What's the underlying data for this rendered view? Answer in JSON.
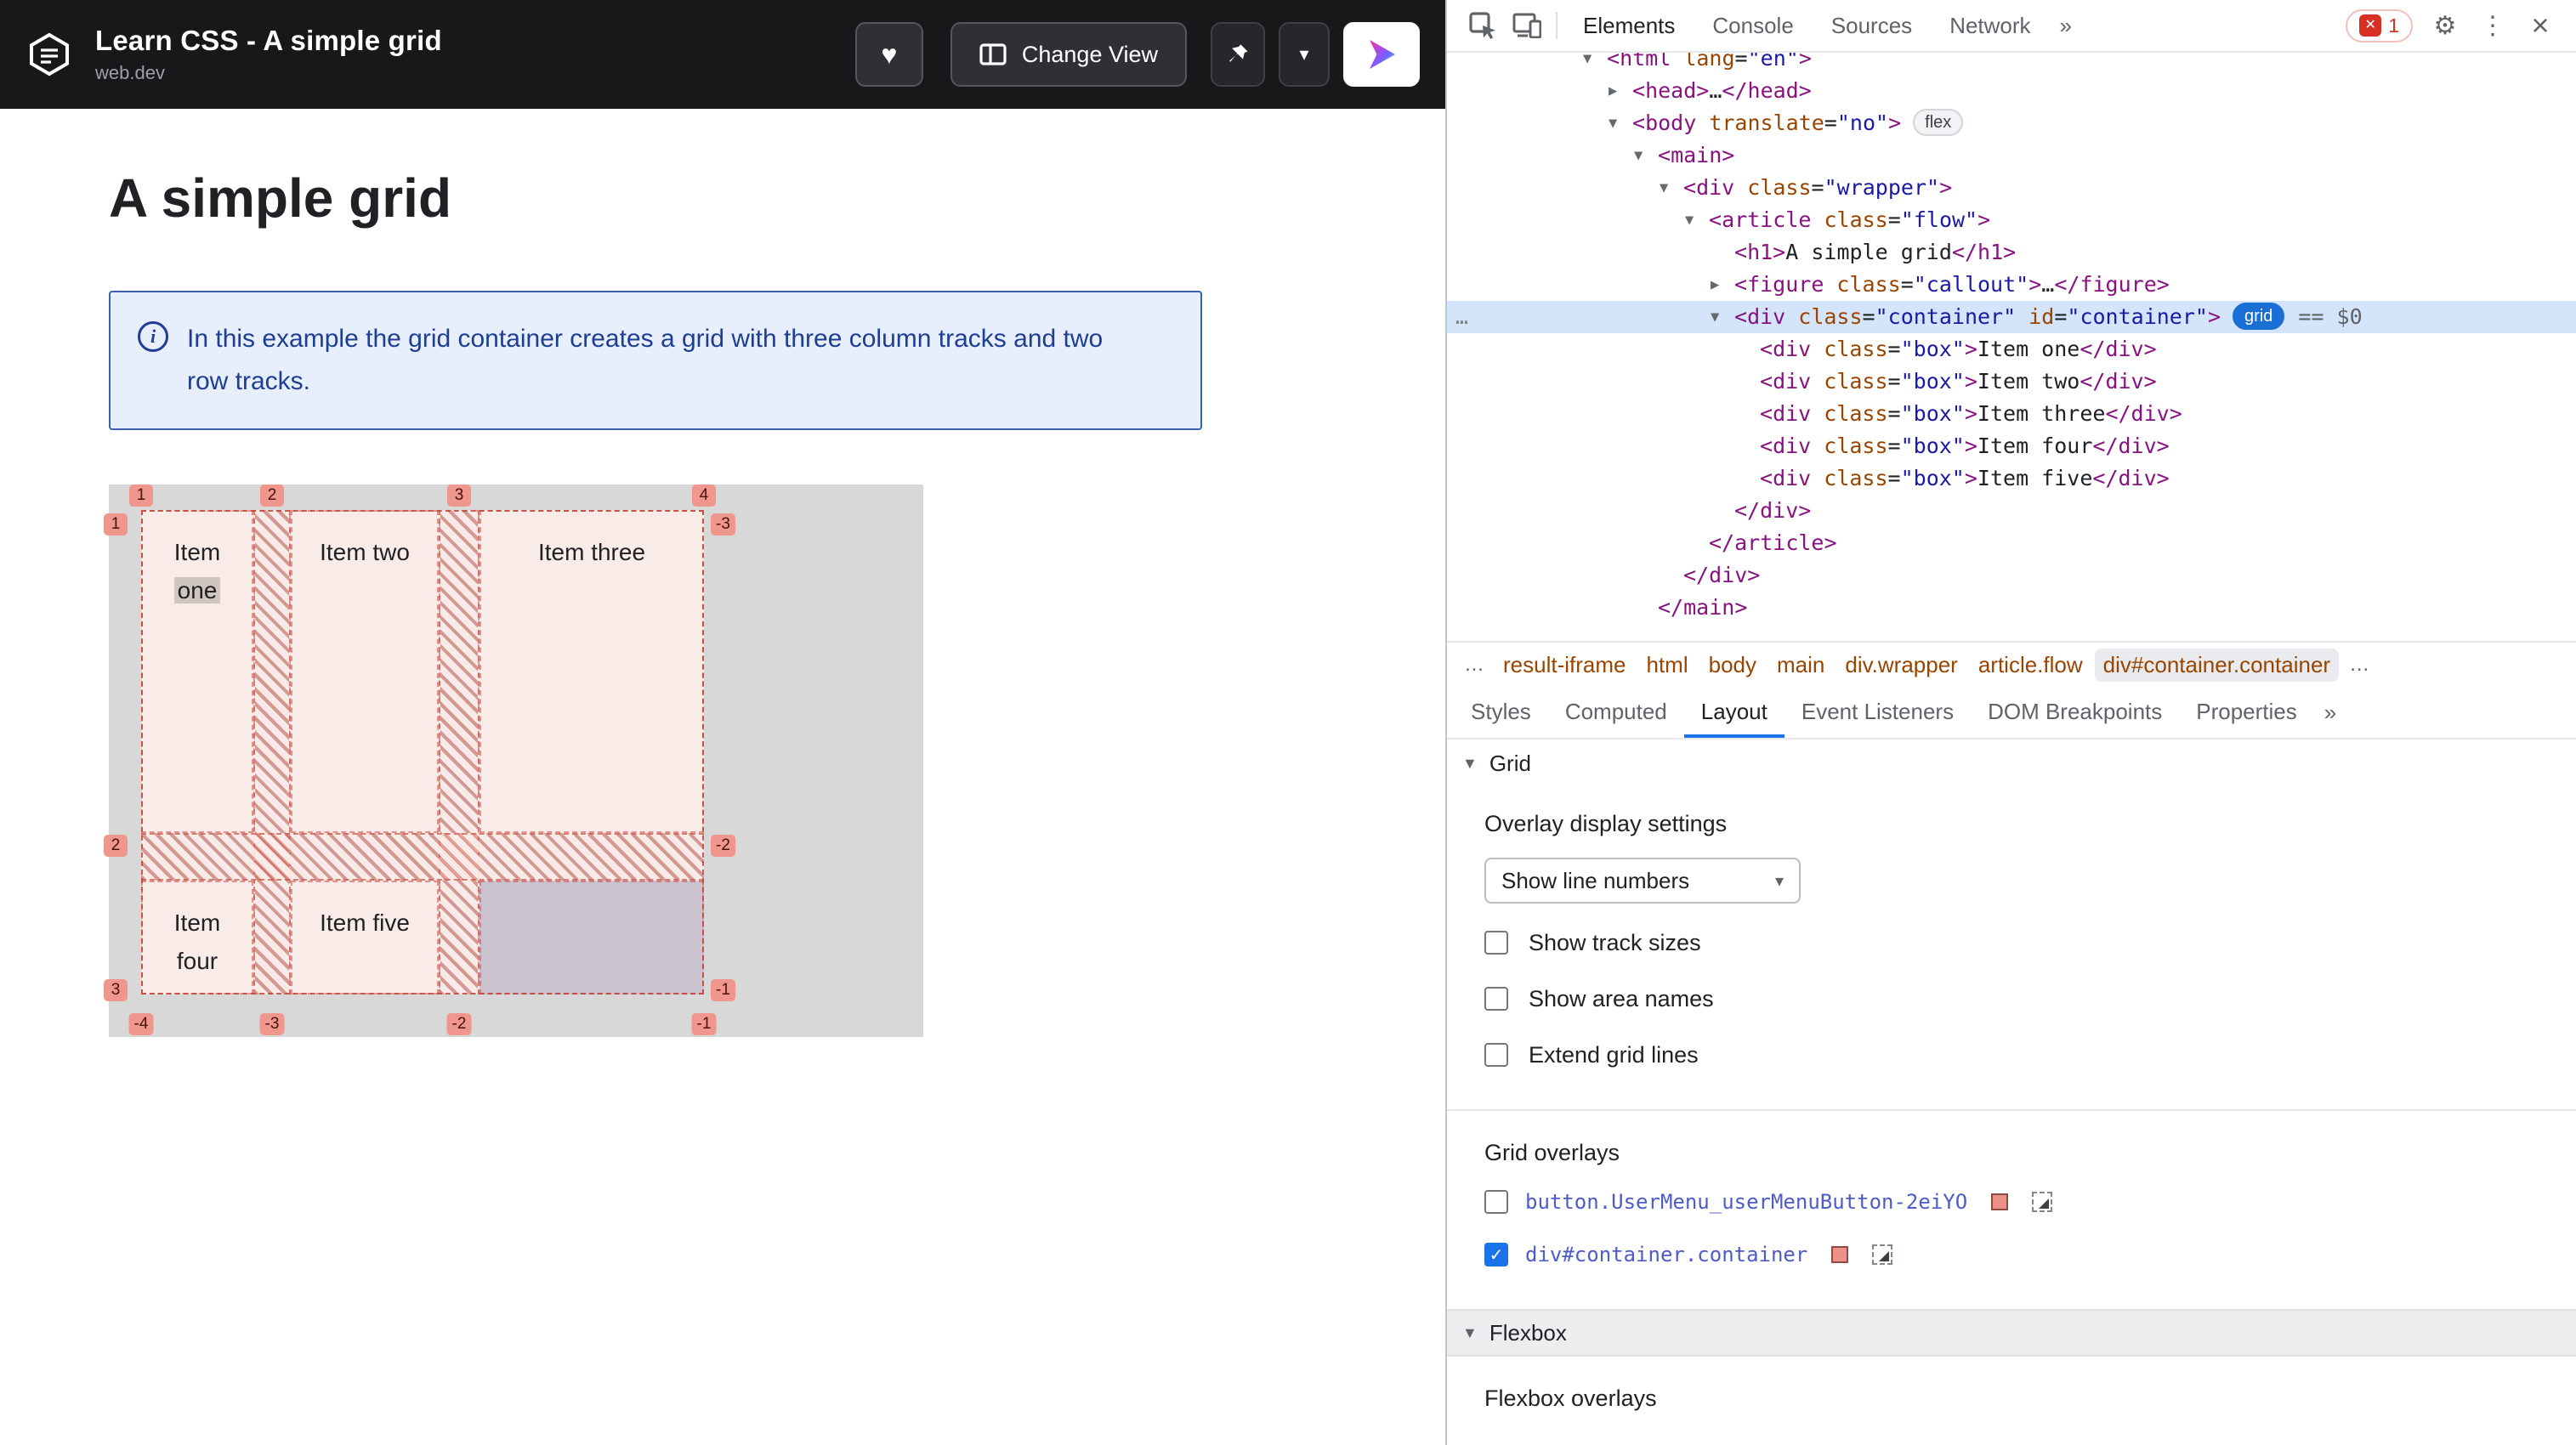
{
  "page": {
    "header": {
      "title": "Learn CSS - A simple grid",
      "subtitle": "web.dev",
      "change_view": "Change View"
    },
    "main": {
      "heading": "A simple grid",
      "callout": "In this example the grid container creates a grid with three column tracks and two row tracks."
    },
    "grid_demo": {
      "items": [
        {
          "label": "Item one",
          "highlight": "one"
        },
        {
          "label": "Item two"
        },
        {
          "label": "Item three"
        },
        {
          "label": "Item four"
        },
        {
          "label": "Item five"
        }
      ],
      "lines": {
        "top": [
          "1",
          "2",
          "3",
          "4"
        ],
        "bottom": [
          "-4",
          "-3",
          "-2",
          "-1"
        ],
        "left": [
          "1",
          "2",
          "3"
        ],
        "right": [
          "-3",
          "-2",
          "-1"
        ]
      }
    }
  },
  "devtools": {
    "toolbar": {
      "tabs": [
        "Elements",
        "Console",
        "Sources",
        "Network"
      ],
      "active_tab": "Elements",
      "more": "»",
      "error_count": "1"
    },
    "tree": [
      {
        "indent": 0,
        "arrow": "v",
        "tokens": [
          [
            "b",
            "<"
          ],
          [
            "t",
            "html"
          ],
          [
            "a",
            " lang"
          ],
          [
            "o",
            "="
          ],
          [
            "v",
            "\"en\""
          ],
          [
            "b",
            ">"
          ]
        ]
      },
      {
        "indent": 1,
        "arrow": "r",
        "tokens": [
          [
            "b",
            "<"
          ],
          [
            "t",
            "head"
          ],
          [
            "b",
            ">"
          ],
          [
            "x",
            "…"
          ],
          [
            "b",
            "</"
          ],
          [
            "t",
            "head"
          ],
          [
            "b",
            ">"
          ]
        ]
      },
      {
        "indent": 1,
        "arrow": "v",
        "badges": [
          "flex"
        ],
        "tokens": [
          [
            "b",
            "<"
          ],
          [
            "t",
            "body"
          ],
          [
            "a",
            " translate"
          ],
          [
            "o",
            "="
          ],
          [
            "v",
            "\"no\""
          ],
          [
            "b",
            ">"
          ]
        ]
      },
      {
        "indent": 2,
        "arrow": "v",
        "tokens": [
          [
            "b",
            "<"
          ],
          [
            "t",
            "main"
          ],
          [
            "b",
            ">"
          ]
        ]
      },
      {
        "indent": 3,
        "arrow": "v",
        "tokens": [
          [
            "b",
            "<"
          ],
          [
            "t",
            "div"
          ],
          [
            "a",
            " class"
          ],
          [
            "o",
            "="
          ],
          [
            "v",
            "\"wrapper\""
          ],
          [
            "b",
            ">"
          ]
        ]
      },
      {
        "indent": 4,
        "arrow": "v",
        "tokens": [
          [
            "b",
            "<"
          ],
          [
            "t",
            "article"
          ],
          [
            "a",
            " class"
          ],
          [
            "o",
            "="
          ],
          [
            "v",
            "\"flow\""
          ],
          [
            "b",
            ">"
          ]
        ]
      },
      {
        "indent": 5,
        "tokens": [
          [
            "b",
            "<"
          ],
          [
            "t",
            "h1"
          ],
          [
            "b",
            ">"
          ],
          [
            "x",
            "A simple grid"
          ],
          [
            "b",
            "</"
          ],
          [
            "t",
            "h1"
          ],
          [
            "b",
            ">"
          ]
        ]
      },
      {
        "indent": 5,
        "arrow": "r",
        "tokens": [
          [
            "b",
            "<"
          ],
          [
            "t",
            "figure"
          ],
          [
            "a",
            " class"
          ],
          [
            "o",
            "="
          ],
          [
            "v",
            "\"callout\""
          ],
          [
            "b",
            ">"
          ],
          [
            "x",
            "…"
          ],
          [
            "b",
            "</"
          ],
          [
            "t",
            "figure"
          ],
          [
            "b",
            ">"
          ]
        ]
      },
      {
        "indent": 5,
        "arrow": "v",
        "selected": true,
        "gutter": "…",
        "badges": [
          "grid"
        ],
        "suffix": "== $0",
        "tokens": [
          [
            "b",
            "<"
          ],
          [
            "t",
            "div"
          ],
          [
            "a",
            " class"
          ],
          [
            "o",
            "="
          ],
          [
            "v",
            "\"container\""
          ],
          [
            "a",
            " id"
          ],
          [
            "o",
            "="
          ],
          [
            "v",
            "\"container\""
          ],
          [
            "b",
            ">"
          ]
        ]
      },
      {
        "indent": 6,
        "tokens": [
          [
            "b",
            "<"
          ],
          [
            "t",
            "div"
          ],
          [
            "a",
            " class"
          ],
          [
            "o",
            "="
          ],
          [
            "v",
            "\"box\""
          ],
          [
            "b",
            ">"
          ],
          [
            "x",
            "Item one"
          ],
          [
            "b",
            "</"
          ],
          [
            "t",
            "div"
          ],
          [
            "b",
            ">"
          ]
        ]
      },
      {
        "indent": 6,
        "tokens": [
          [
            "b",
            "<"
          ],
          [
            "t",
            "div"
          ],
          [
            "a",
            " class"
          ],
          [
            "o",
            "="
          ],
          [
            "v",
            "\"box\""
          ],
          [
            "b",
            ">"
          ],
          [
            "x",
            "Item two"
          ],
          [
            "b",
            "</"
          ],
          [
            "t",
            "div"
          ],
          [
            "b",
            ">"
          ]
        ]
      },
      {
        "indent": 6,
        "tokens": [
          [
            "b",
            "<"
          ],
          [
            "t",
            "div"
          ],
          [
            "a",
            " class"
          ],
          [
            "o",
            "="
          ],
          [
            "v",
            "\"box\""
          ],
          [
            "b",
            ">"
          ],
          [
            "x",
            "Item three"
          ],
          [
            "b",
            "</"
          ],
          [
            "t",
            "div"
          ],
          [
            "b",
            ">"
          ]
        ]
      },
      {
        "indent": 6,
        "tokens": [
          [
            "b",
            "<"
          ],
          [
            "t",
            "div"
          ],
          [
            "a",
            " class"
          ],
          [
            "o",
            "="
          ],
          [
            "v",
            "\"box\""
          ],
          [
            "b",
            ">"
          ],
          [
            "x",
            "Item four"
          ],
          [
            "b",
            "</"
          ],
          [
            "t",
            "div"
          ],
          [
            "b",
            ">"
          ]
        ]
      },
      {
        "indent": 6,
        "tokens": [
          [
            "b",
            "<"
          ],
          [
            "t",
            "div"
          ],
          [
            "a",
            " class"
          ],
          [
            "o",
            "="
          ],
          [
            "v",
            "\"box\""
          ],
          [
            "b",
            ">"
          ],
          [
            "x",
            "Item five"
          ],
          [
            "b",
            "</"
          ],
          [
            "t",
            "div"
          ],
          [
            "b",
            ">"
          ]
        ]
      },
      {
        "indent": 5,
        "tokens": [
          [
            "b",
            "</"
          ],
          [
            "t",
            "div"
          ],
          [
            "b",
            ">"
          ]
        ]
      },
      {
        "indent": 4,
        "tokens": [
          [
            "b",
            "</"
          ],
          [
            "t",
            "article"
          ],
          [
            "b",
            ">"
          ]
        ]
      },
      {
        "indent": 3,
        "tokens": [
          [
            "b",
            "</"
          ],
          [
            "t",
            "div"
          ],
          [
            "b",
            ">"
          ]
        ]
      },
      {
        "indent": 2,
        "tokens": [
          [
            "b",
            "</"
          ],
          [
            "t",
            "main"
          ],
          [
            "b",
            ">"
          ]
        ]
      }
    ],
    "crumbs": [
      {
        "label": "result-iframe"
      },
      {
        "label": "html"
      },
      {
        "label": "body"
      },
      {
        "label": "main"
      },
      {
        "label": "div.wrapper"
      },
      {
        "label": "article.flow"
      },
      {
        "label": "div#container.container",
        "active": true
      }
    ],
    "subtabs": [
      "Styles",
      "Computed",
      "Layout",
      "Event Listeners",
      "DOM Breakpoints",
      "Properties"
    ],
    "active_subtab": "Layout",
    "layout": {
      "grid_section": "Grid",
      "overlay_settings": "Overlay display settings",
      "select_value": "Show line numbers",
      "options": [
        "Show track sizes",
        "Show area names",
        "Extend grid lines"
      ],
      "grid_overlays": "Grid overlays",
      "overlays": [
        {
          "label": "button.UserMenu_userMenuButton-2eiYO",
          "checked": false
        },
        {
          "label": "div#container.container",
          "checked": true
        }
      ],
      "flexbox_section": "Flexbox",
      "flexbox_overlays": "Flexbox overlays"
    }
  },
  "icons": {
    "heart": "♥",
    "chevron_down": "▾",
    "settings": "⚙",
    "menu": "⋮",
    "close": "×",
    "more": "»",
    "info": "i",
    "error_x": "✕",
    "check": "✓",
    "disclosure": "▼",
    "ellipsis": "…"
  },
  "colors": {
    "accent_blue": "#1a73e8",
    "overlay_salmon": "#ec9488",
    "selected_row": "#d4e4fb",
    "error_red": "#d93025",
    "callout_blue": "#1d3e93",
    "header_bg": "#18181b"
  }
}
